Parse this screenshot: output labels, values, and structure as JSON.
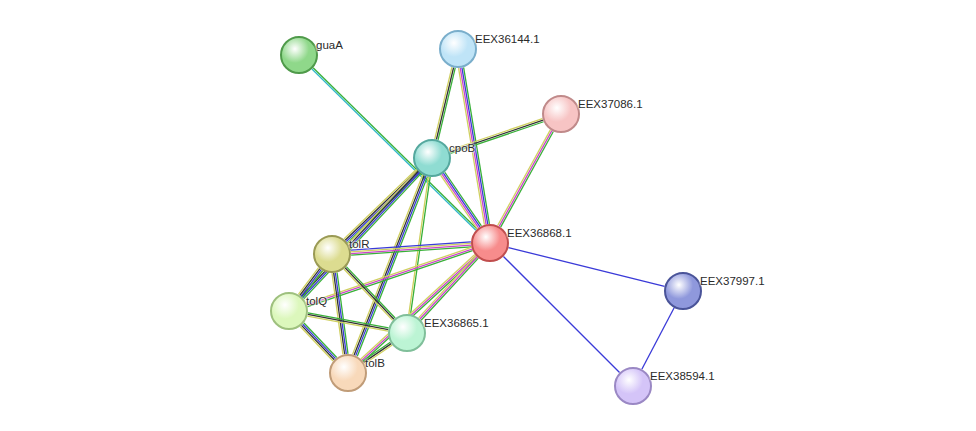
{
  "diagram": {
    "nodes": [
      {
        "text": [
          "guaA"
        ]
      },
      {
        "text": [
          "EEX36144.1"
        ]
      },
      {
        "text": [
          "EEX37086.1"
        ]
      },
      {
        "text": [
          "cpoB"
        ]
      },
      {
        "text": [
          "EEX36868.1"
        ]
      },
      {
        "text": [
          "tolR"
        ]
      },
      {
        "text": [
          "tolQ"
        ]
      },
      {
        "text": [
          "EEX36865.1"
        ]
      },
      {
        "text": [
          "EEX37997.1"
        ]
      },
      {
        "text": [
          "EEX38594.1"
        ]
      },
      {
        "text": [
          "tolB"
        ]
      }
    ],
    "edges": [
      {
        "from": 0,
        "to": 4,
        "arrow": "none"
      },
      {
        "from": 1,
        "to": 3,
        "arrow": "none"
      },
      {
        "from": 1,
        "to": 4,
        "arrow": "none"
      },
      {
        "from": 2,
        "to": 3,
        "arrow": "none"
      },
      {
        "from": 2,
        "to": 4,
        "arrow": "none"
      },
      {
        "from": 3,
        "to": 4,
        "arrow": "none"
      },
      {
        "from": 3,
        "to": 5,
        "arrow": "none"
      },
      {
        "from": 3,
        "to": 6,
        "arrow": "none"
      },
      {
        "from": 3,
        "to": 10,
        "arrow": "none"
      },
      {
        "from": 3,
        "to": 7,
        "arrow": "none"
      },
      {
        "from": 4,
        "to": 5,
        "arrow": "none"
      },
      {
        "from": 4,
        "to": 6,
        "arrow": "none"
      },
      {
        "from": 4,
        "to": 10,
        "arrow": "none"
      },
      {
        "from": 4,
        "to": 7,
        "arrow": "none"
      },
      {
        "from": 4,
        "to": 8,
        "arrow": "none"
      },
      {
        "from": 4,
        "to": 9,
        "arrow": "none"
      },
      {
        "from": 8,
        "to": 9,
        "arrow": "none"
      },
      {
        "from": 5,
        "to": 6,
        "arrow": "none"
      },
      {
        "from": 5,
        "to": 10,
        "arrow": "none"
      },
      {
        "from": 5,
        "to": 7,
        "arrow": "none"
      },
      {
        "from": 6,
        "to": 10,
        "arrow": "none"
      },
      {
        "from": 6,
        "to": 7,
        "arrow": "none"
      },
      {
        "from": 10,
        "to": 7,
        "arrow": "none"
      }
    ]
  }
}
